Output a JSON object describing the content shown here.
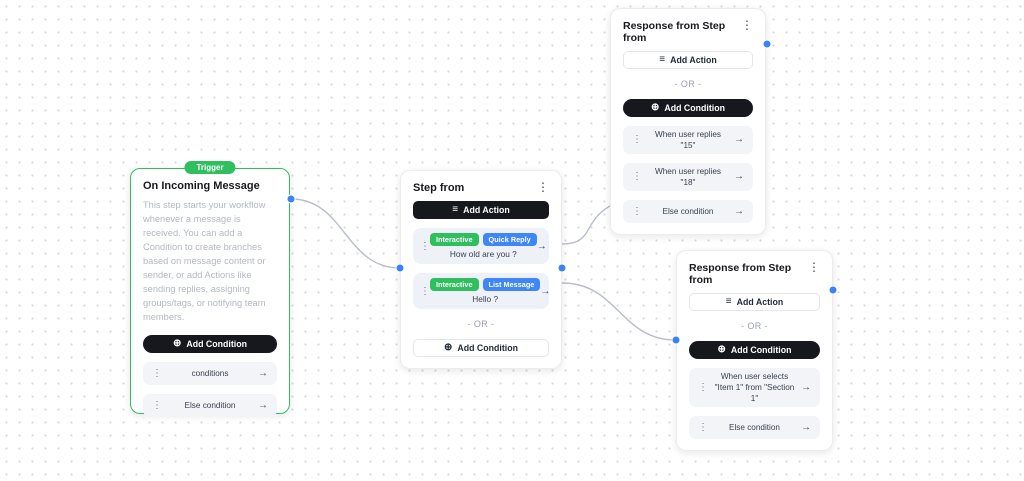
{
  "canvas": {
    "bg": "#ffffff",
    "dot_color": "#d8d9dd"
  },
  "colors": {
    "trigger_green": "#2fbf5f",
    "badge_blue": "#3f86f6",
    "button_black": "#16181d",
    "handle_blue": "#3b82f6"
  },
  "icons": {
    "kebab": "⋮",
    "arrow": "→",
    "plus_circle": "⊕",
    "list": "≡"
  },
  "trigger_node": {
    "badge": "Trigger",
    "title": "On Incoming Message",
    "description": "This step starts your workflow whenever a message is received. You can add a Condition to create branches based on message content or sender, or add Actions like sending replies, assigning groups/tags, or notifying team members.",
    "add_condition_label": "Add Condition",
    "conditions": [
      {
        "label": "conditions"
      },
      {
        "label": "Else condition"
      }
    ]
  },
  "step_node": {
    "title": "Step from",
    "add_action_label": "Add Action",
    "actions": [
      {
        "badges": [
          "Interactive",
          "Quick Reply"
        ],
        "text": "How old are you ?"
      },
      {
        "badges": [
          "Interactive",
          "List Message"
        ],
        "text": "Hello ?"
      }
    ],
    "or_label": "- OR -",
    "add_condition_label": "Add Condition"
  },
  "response_node_top": {
    "title": "Response from Step from",
    "add_action_label": "Add Action",
    "or_label": "- OR -",
    "add_condition_label": "Add Condition",
    "conditions": [
      {
        "label": "When user replies \"15\""
      },
      {
        "label": "When user replies \"18\""
      },
      {
        "label": "Else condition"
      }
    ]
  },
  "response_node_bottom": {
    "title": "Response from Step from",
    "add_action_label": "Add Action",
    "or_label": "- OR -",
    "add_condition_label": "Add Condition",
    "conditions": [
      {
        "label": "When user selects \"Item 1\" from \"Section 1\""
      },
      {
        "label": "Else condition"
      }
    ]
  }
}
